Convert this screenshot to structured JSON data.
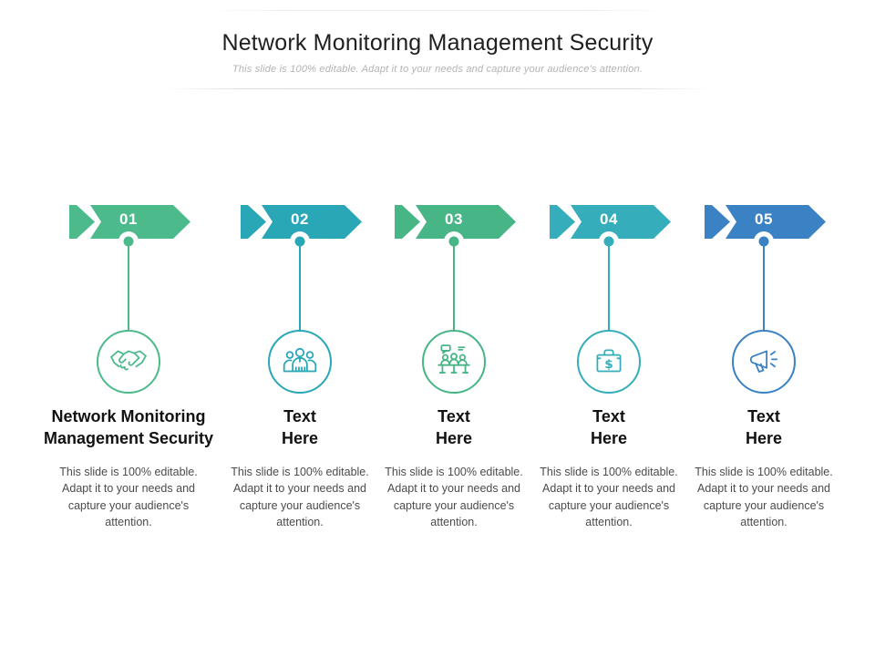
{
  "header": {
    "title": "Network Monitoring Management Security",
    "subtitle": "This slide is 100% editable. Adapt it to your needs and capture your audience's attention."
  },
  "palette": {
    "green": "#4dba8b",
    "teal": "#2aa7b7",
    "teal_light": "#35adba",
    "blue": "#3b82c4"
  },
  "steps": [
    {
      "number": "01",
      "color": "#4dba8b",
      "icon": "handshake-icon",
      "heading_line1": "Network Monitoring",
      "heading_line2": "Management Security",
      "body": "This slide is 100% editable. Adapt it to your needs and capture your audience's attention."
    },
    {
      "number": "02",
      "color": "#2aa7b7",
      "icon": "team-icon",
      "heading_line1": "Text",
      "heading_line2": "Here",
      "body": "This slide is 100% editable. Adapt it to your needs and capture your audience's attention."
    },
    {
      "number": "03",
      "color": "#47b586",
      "icon": "meeting-icon",
      "heading_line1": "Text",
      "heading_line2": "Here",
      "body": "This slide is 100% editable. Adapt it to your needs and capture your audience's attention."
    },
    {
      "number": "04",
      "color": "#35adba",
      "icon": "money-briefcase-icon",
      "heading_line1": "Text",
      "heading_line2": "Here",
      "body": "This slide is 100% editable. Adapt it to your needs and capture your audience's attention."
    },
    {
      "number": "05",
      "color": "#3b82c4",
      "icon": "megaphone-icon",
      "heading_line1": "Text",
      "heading_line2": "Here",
      "body": "This slide is 100% editable. Adapt it to your needs and capture your audience's attention."
    }
  ]
}
